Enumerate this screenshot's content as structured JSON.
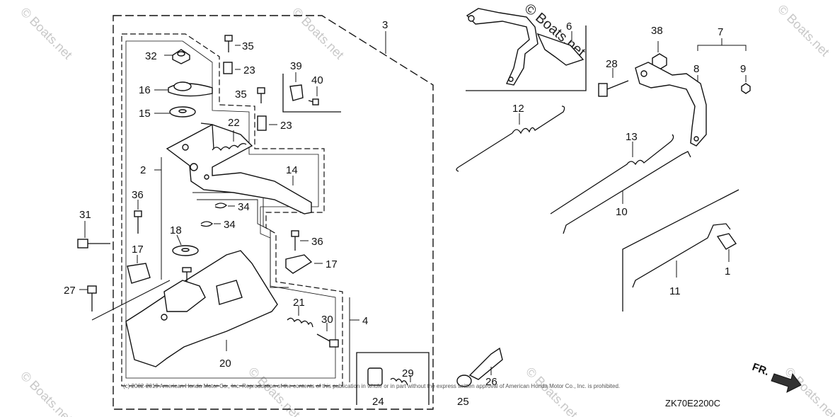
{
  "diagram": {
    "diagram_code": "ZK70E2200C",
    "copyright": "(c) 2002-2019 American Honda Motor Co., Inc. Reproduction of the contents of this publication in whole or in part without the express written approval of American Honda Motor Co., Inc. is prohibited.",
    "watermark": "© Boats.net",
    "direction_label": "FR.",
    "part_labels": {
      "p1": "1",
      "p2": "2",
      "p3": "3",
      "p4": "4",
      "p6": "6",
      "p7": "7",
      "p8": "8",
      "p9": "9",
      "p10": "10",
      "p11": "11",
      "p12": "12",
      "p13": "13",
      "p14": "14",
      "p15": "15",
      "p16": "16",
      "p17a": "17",
      "p17b": "17",
      "p18": "18",
      "p20": "20",
      "p21": "21",
      "p22": "22",
      "p23a": "23",
      "p23b": "23",
      "p24": "24",
      "p25": "25",
      "p26": "26",
      "p27": "27",
      "p28": "28",
      "p29": "29",
      "p30": "30",
      "p31": "31",
      "p32": "32",
      "p34a": "34",
      "p34b": "34",
      "p35a": "35",
      "p35b": "35",
      "p36a": "36",
      "p36b": "36",
      "p38": "38",
      "p39": "39",
      "p40": "40"
    }
  }
}
